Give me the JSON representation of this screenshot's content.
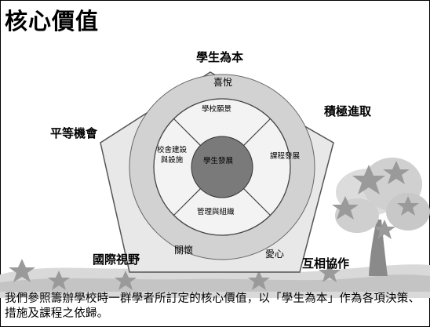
{
  "title": "核心價值",
  "pentagon_labels": {
    "top": "學生為本",
    "right": "積極進取",
    "left": "平等機會",
    "bottom_left": "國際視野",
    "bottom_right": "互相協作"
  },
  "ring_outer_labels": {
    "top": "喜悅",
    "bottom_left": "關懷",
    "bottom_right": "愛心"
  },
  "ring_segments": {
    "top": "學校願景",
    "right": "課程發展",
    "bottom": "管理與組織",
    "left_line1": "校舍建設",
    "left_line2": "與設施"
  },
  "center": "學生發展",
  "caption": "我們參照籌辦學校時一群學者所訂定的核心價值，以「學生為本」作為各項決策、措施及課程之依歸。",
  "colors": {
    "center_fill": "#7a7a7a",
    "outer_ring_fill": "#d2d2d2",
    "pentagon_fill": "#e8e8e8",
    "inner_ring_fill": "#f3f3f3"
  }
}
